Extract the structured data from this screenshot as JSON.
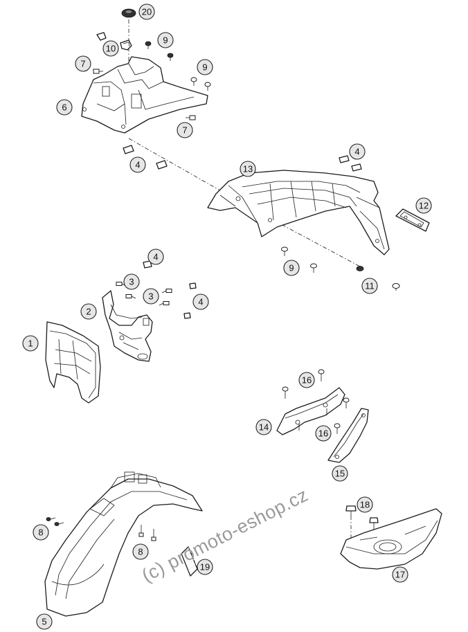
{
  "diagram": {
    "callouts": [
      {
        "id": "c20",
        "label": "20"
      },
      {
        "id": "c10",
        "label": "10"
      },
      {
        "id": "c9a",
        "label": "9"
      },
      {
        "id": "c7a",
        "label": "7"
      },
      {
        "id": "c9b",
        "label": "9"
      },
      {
        "id": "c6",
        "label": "6"
      },
      {
        "id": "c7b",
        "label": "7"
      },
      {
        "id": "c4a",
        "label": "4"
      },
      {
        "id": "c4b",
        "label": "4"
      },
      {
        "id": "c13",
        "label": "13"
      },
      {
        "id": "c12",
        "label": "12"
      },
      {
        "id": "c4c",
        "label": "4"
      },
      {
        "id": "c3a",
        "label": "3"
      },
      {
        "id": "c9c",
        "label": "9"
      },
      {
        "id": "c11",
        "label": "11"
      },
      {
        "id": "c2",
        "label": "2"
      },
      {
        "id": "c3b",
        "label": "3"
      },
      {
        "id": "c4d",
        "label": "4"
      },
      {
        "id": "c1",
        "label": "1"
      },
      {
        "id": "c16a",
        "label": "16"
      },
      {
        "id": "c14",
        "label": "14"
      },
      {
        "id": "c16b",
        "label": "16"
      },
      {
        "id": "c15",
        "label": "15"
      },
      {
        "id": "c18",
        "label": "18"
      },
      {
        "id": "c8a",
        "label": "8"
      },
      {
        "id": "c8b",
        "label": "8"
      },
      {
        "id": "c19",
        "label": "19"
      },
      {
        "id": "c17",
        "label": "17"
      },
      {
        "id": "c5",
        "label": "5"
      }
    ],
    "watermark": "(c) promoto-eshop.cz"
  }
}
